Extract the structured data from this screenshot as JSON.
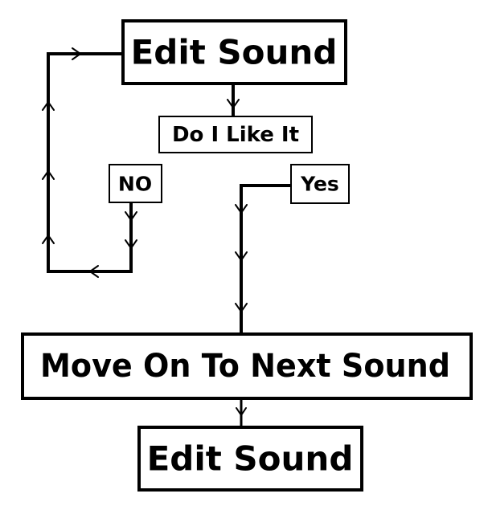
{
  "diagram": {
    "nodes": {
      "edit_sound_top": "Edit Sound",
      "question": "Do I Like It",
      "no_label": "NO",
      "yes_label": "Yes",
      "move_on": "Move On To Next Sound",
      "edit_sound_bottom": "Edit Sound"
    },
    "colors": {
      "ink": "#000000",
      "background": "#ffffff"
    }
  }
}
